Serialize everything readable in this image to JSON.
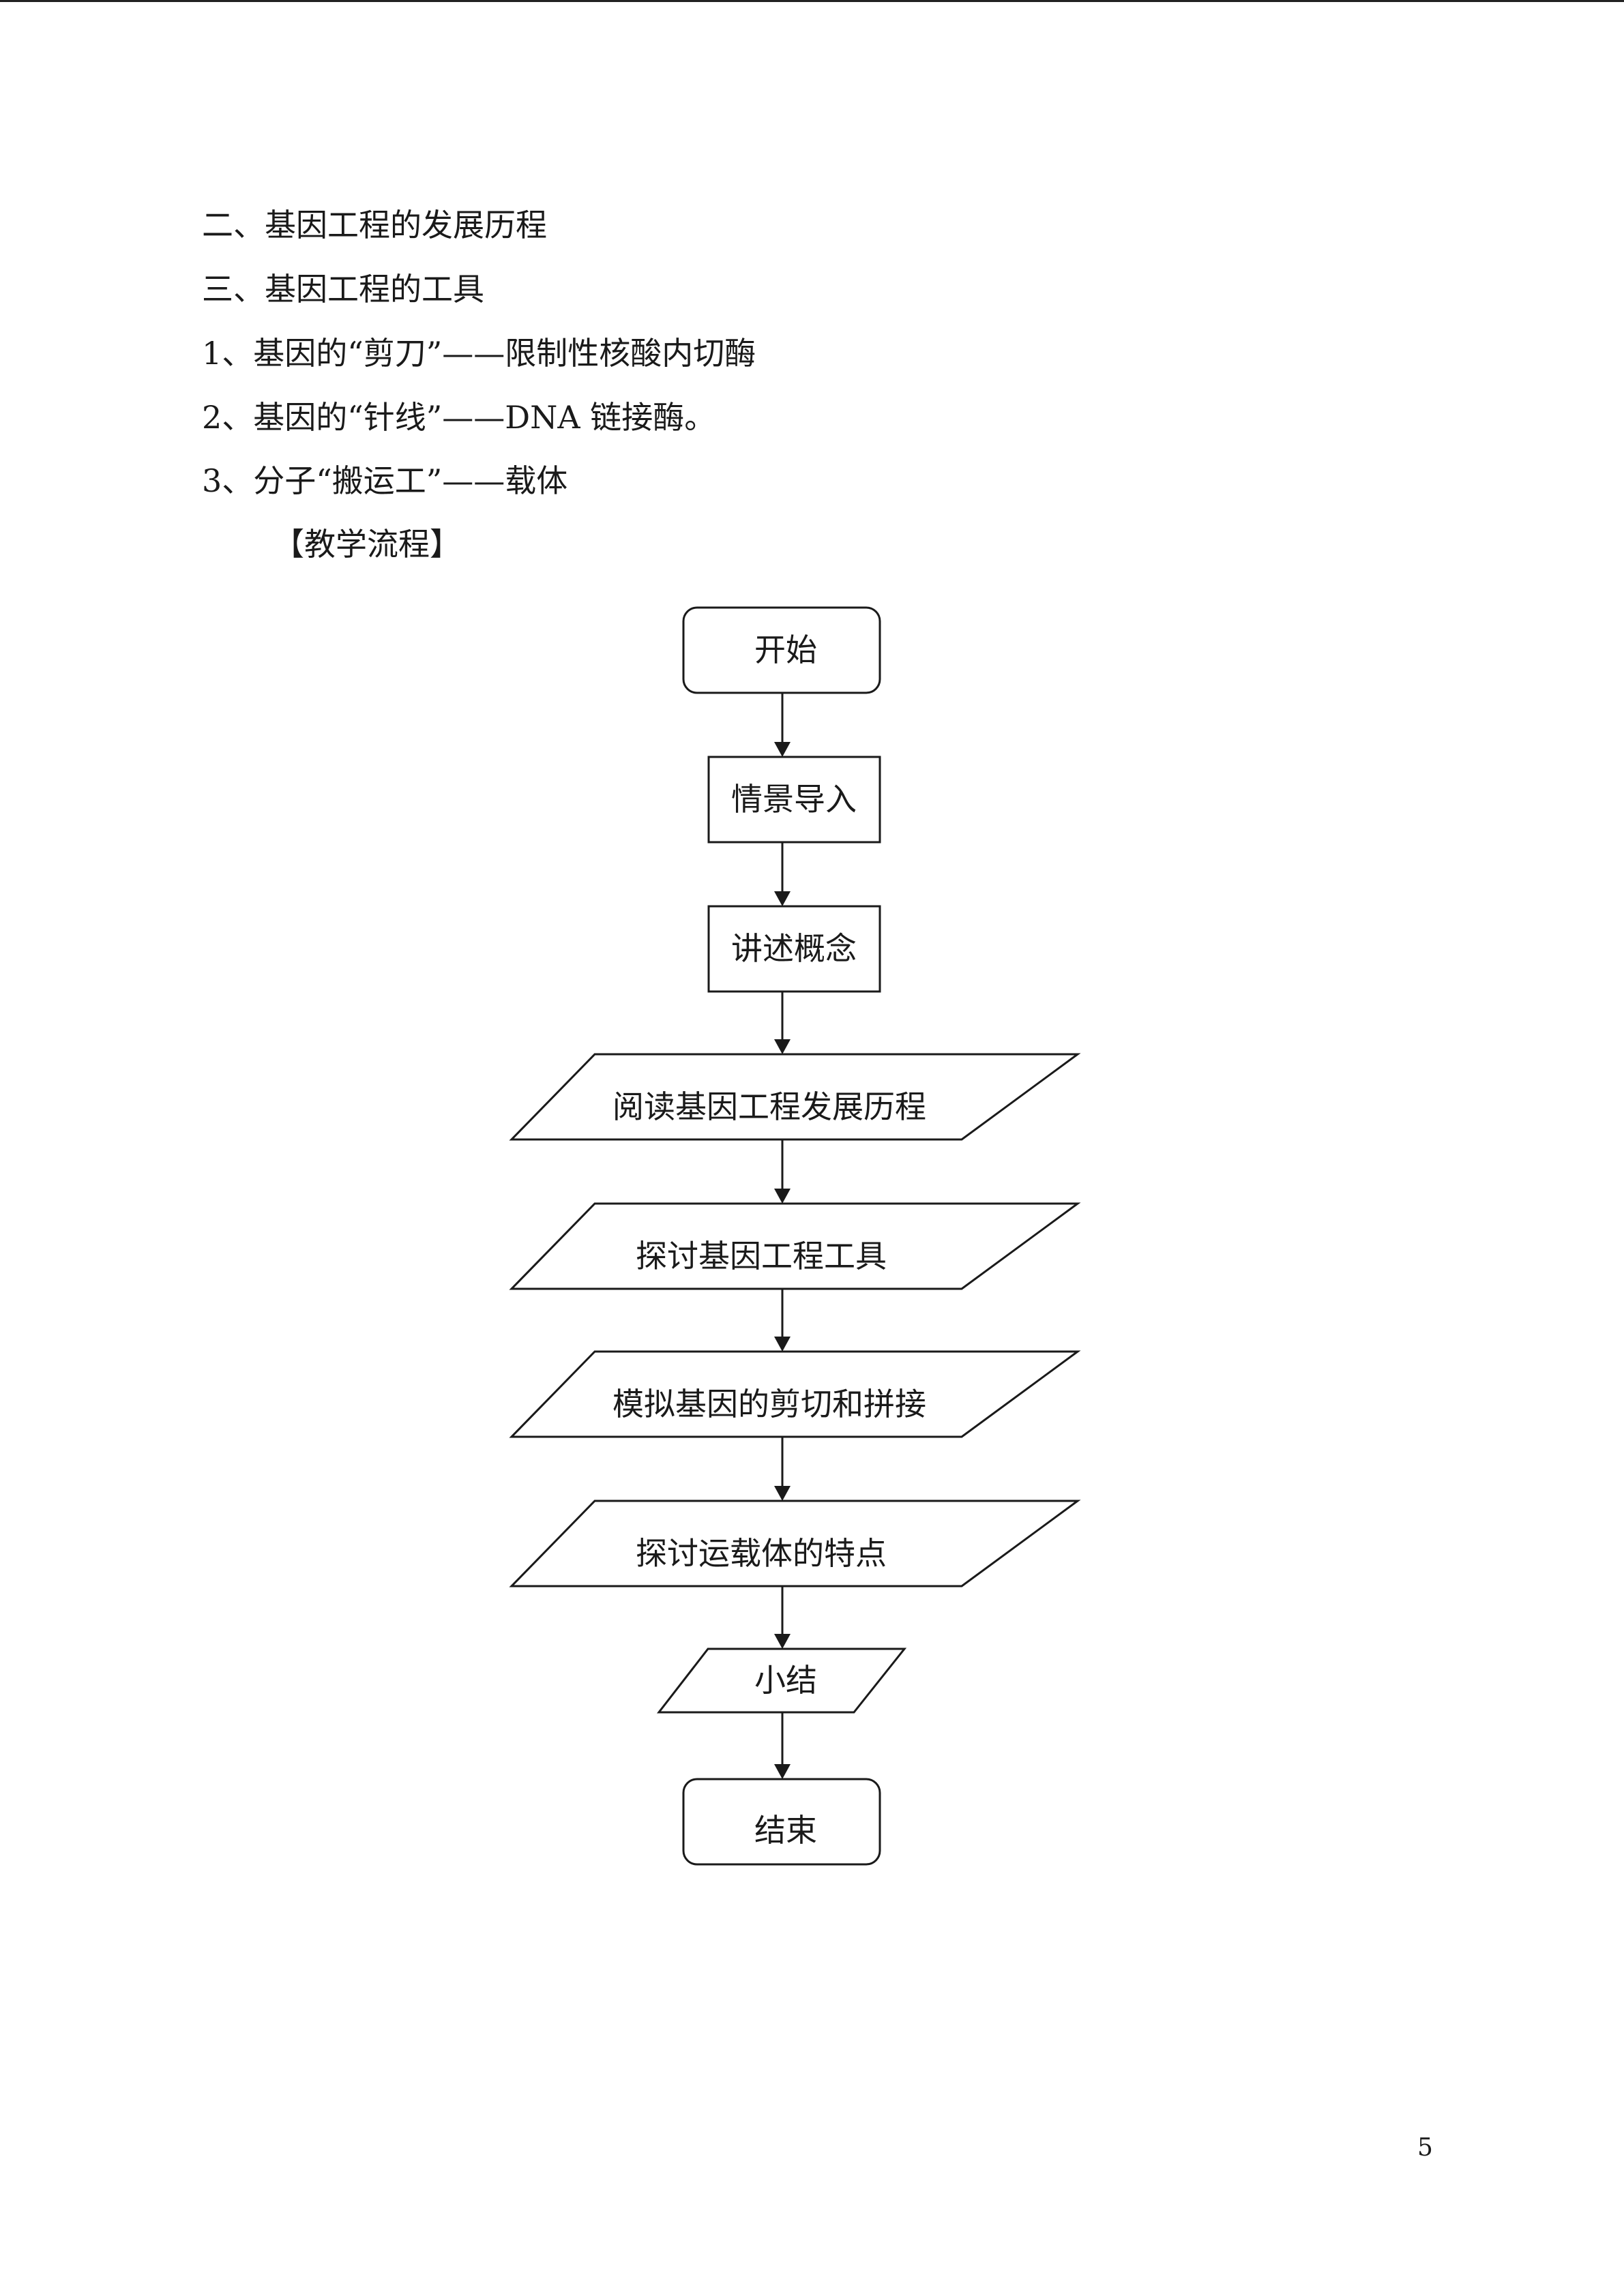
{
  "content": {
    "lines": [
      "二、基因工程的发展历程",
      "三、基因工程的工具",
      "1、基因的“剪刀”——限制性核酸内切酶",
      "2、基因的“针线”——DNA 链接酶。",
      "3、分子“搬运工”——载体"
    ],
    "section_heading": "【教学流程】"
  },
  "flowchart": {
    "nodes": [
      {
        "id": "start",
        "label": "开始",
        "shape": "rounded"
      },
      {
        "id": "intro",
        "label": "情景导入",
        "shape": "rectangle"
      },
      {
        "id": "concept",
        "label": "讲述概念",
        "shape": "rectangle"
      },
      {
        "id": "read-history",
        "label": "阅读基因工程发展历程",
        "shape": "parallelogram"
      },
      {
        "id": "discuss-tools",
        "label": "探讨基因工程工具",
        "shape": "parallelogram"
      },
      {
        "id": "simulate",
        "label": "模拟基因的剪切和拼接",
        "shape": "parallelogram"
      },
      {
        "id": "vector-features",
        "label": "探讨运载体的特点",
        "shape": "parallelogram"
      },
      {
        "id": "summary",
        "label": "小结",
        "shape": "parallelogram"
      },
      {
        "id": "end",
        "label": "结束",
        "shape": "rounded"
      }
    ],
    "edges": [
      {
        "from": "start",
        "to": "intro"
      },
      {
        "from": "intro",
        "to": "concept"
      },
      {
        "from": "concept",
        "to": "read-history"
      },
      {
        "from": "read-history",
        "to": "discuss-tools"
      },
      {
        "from": "discuss-tools",
        "to": "simulate"
      },
      {
        "from": "simulate",
        "to": "vector-features"
      },
      {
        "from": "vector-features",
        "to": "summary"
      },
      {
        "from": "summary",
        "to": "end"
      }
    ]
  },
  "footer": {
    "page_number": "5"
  }
}
